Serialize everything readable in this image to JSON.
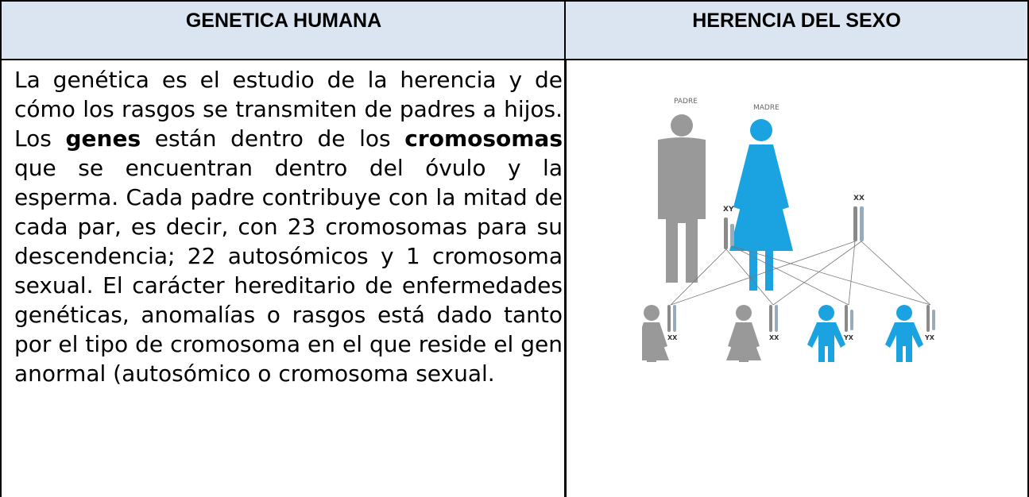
{
  "headers": {
    "left": "GENETICA HUMANA",
    "right": "HERENCIA DEL SEXO"
  },
  "paragraph": {
    "p1": "La genética es el estudio de la herencia y de cómo los rasgos se transmiten de padres a hijos. Los ",
    "bold1": "genes",
    "p2": " están dentro de los ",
    "bold2": "cromosomas",
    "p3": " que se encuentran dentro del óvulo y la esperma. Cada padre contribuye con la mitad de cada par, es decir, con 23 cromosomas para su descendencia; 22 autosómicos y 1 cromosoma sexual. El carácter hereditario de enfermedades genéticas, anomalías o rasgos está dado tanto por el tipo de cromosoma en el que reside el gen anormal (autosómico o cromosoma sexual."
  },
  "figure": {
    "father_label": "PADRE",
    "mother_label": "MADRE",
    "father_chromosomes": "XY",
    "mother_chromosomes": "XX",
    "child1": "XX",
    "child2": "XX",
    "child3": "YX",
    "child4": "YX",
    "colors": {
      "male_parent": "#999999",
      "female_parent": "#1aa3e0",
      "daughter": "#999999",
      "son": "#1aa3e0"
    }
  }
}
